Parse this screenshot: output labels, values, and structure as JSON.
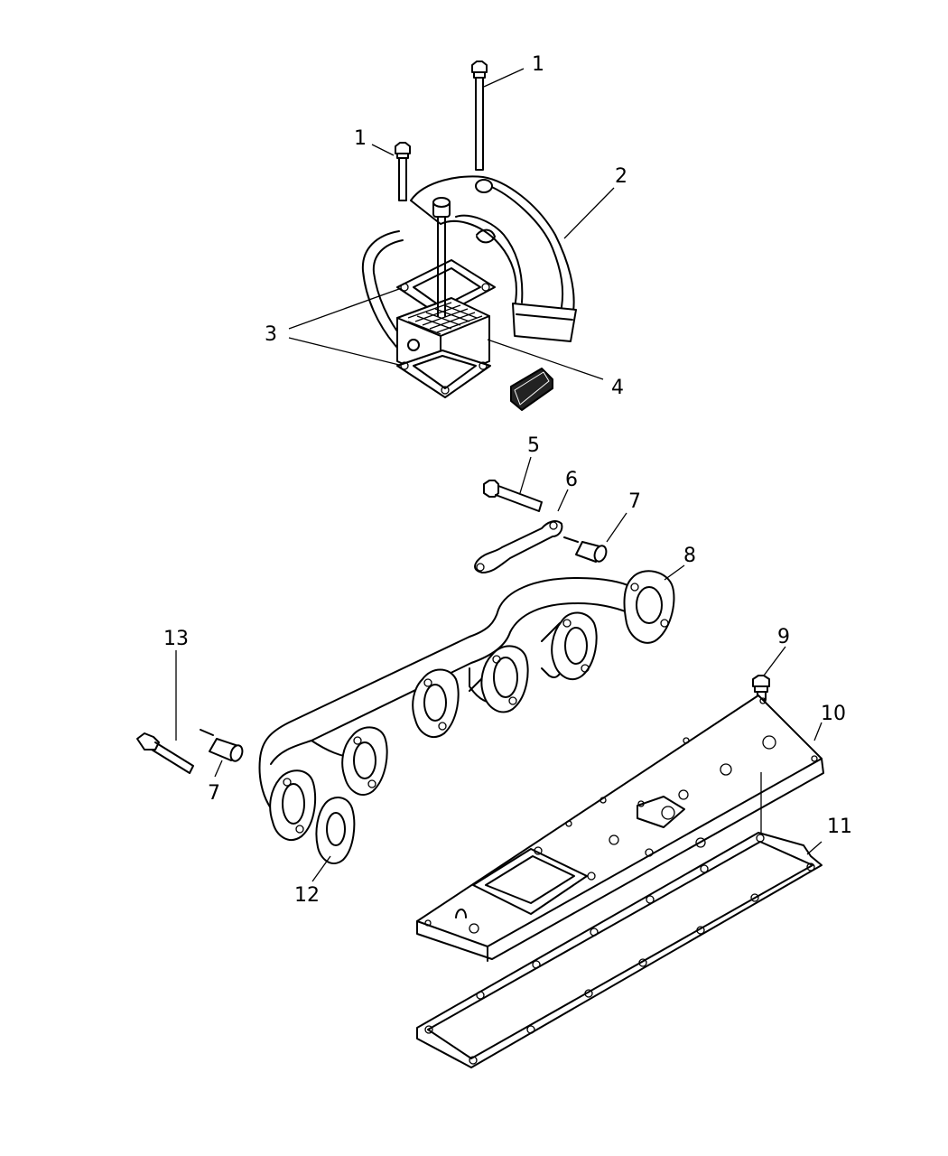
{
  "callouts": {
    "c1a": "1",
    "c1b": "1",
    "c2": "2",
    "c3": "3",
    "c4": "4",
    "c5": "5",
    "c6": "6",
    "c7a": "7",
    "c7b": "7",
    "c8": "8",
    "c9": "9",
    "c10": "10",
    "c11": "11",
    "c12": "12",
    "c13": "13"
  }
}
